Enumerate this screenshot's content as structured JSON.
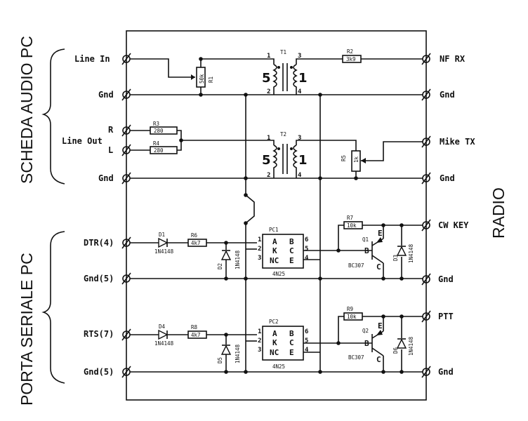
{
  "side_labels": {
    "left_top": "SCHEDA AUDIO PC",
    "left_bottom": "PORTA SERIALE PC",
    "right": "RADIO"
  },
  "left_terminals": {
    "line_in": "Line In",
    "gnd1": "Gnd",
    "line_out": "Line Out",
    "r": "R",
    "l": "L",
    "gnd2": "Gnd",
    "dtr": "DTR(4)",
    "gnd5a": "Gnd(5)",
    "rts": "RTS(7)",
    "gnd5b": "Gnd(5)"
  },
  "right_terminals": {
    "nf_rx": "NF RX",
    "gnd1": "Gnd",
    "mike_tx": "Mike TX",
    "gnd2": "Gnd",
    "cw_key": "CW KEY",
    "gnd3": "Gnd",
    "ptt": "PTT",
    "gnd4": "Gnd"
  },
  "components": {
    "r1": {
      "ref": "R1",
      "value": "50k"
    },
    "r2": {
      "ref": "R2",
      "value": "3k9"
    },
    "r3": {
      "ref": "R3",
      "value": "280"
    },
    "r4": {
      "ref": "R4",
      "value": "280"
    },
    "r5": {
      "ref": "R5",
      "value": "1k"
    },
    "r6": {
      "ref": "R6",
      "value": "4k7"
    },
    "r7": {
      "ref": "R7",
      "value": "10k"
    },
    "r8": {
      "ref": "R8",
      "value": "4k7"
    },
    "r9": {
      "ref": "R9",
      "value": "10k"
    },
    "t1": {
      "ref": "T1",
      "ratio_left": "5",
      "ratio_right": "1",
      "pins": [
        "1",
        "2",
        "3",
        "4"
      ]
    },
    "t2": {
      "ref": "T2",
      "ratio_left": "5",
      "ratio_right": "1",
      "pins": [
        "1",
        "2",
        "3",
        "4"
      ]
    },
    "d1": {
      "ref": "D1",
      "part": "1N4148"
    },
    "d2": {
      "ref": "D2",
      "part": "1N4148"
    },
    "d3": {
      "ref": "D3",
      "part": "1N4148"
    },
    "d4": {
      "ref": "D4",
      "part": "1N4148"
    },
    "d5": {
      "ref": "D5",
      "part": "1N4148"
    },
    "d6": {
      "ref": "D6",
      "part": "1N4148"
    },
    "q1": {
      "ref": "Q1",
      "part": "BC307",
      "b": "B",
      "c": "C",
      "e": "E"
    },
    "q2": {
      "ref": "Q2",
      "part": "BC307",
      "b": "B",
      "c": "C",
      "e": "E"
    },
    "pc1": {
      "ref": "PC1",
      "part": "4N25",
      "pins": [
        "1",
        "2",
        "3",
        "6",
        "5",
        "4"
      ],
      "left": [
        "A",
        "K",
        "NC"
      ],
      "right": [
        "B",
        "C",
        "E"
      ]
    },
    "pc2": {
      "ref": "PC2",
      "part": "4N25",
      "pins": [
        "1",
        "2",
        "3",
        "6",
        "5",
        "4"
      ],
      "left": [
        "A",
        "K",
        "NC"
      ],
      "right": [
        "B",
        "C",
        "E"
      ]
    }
  }
}
